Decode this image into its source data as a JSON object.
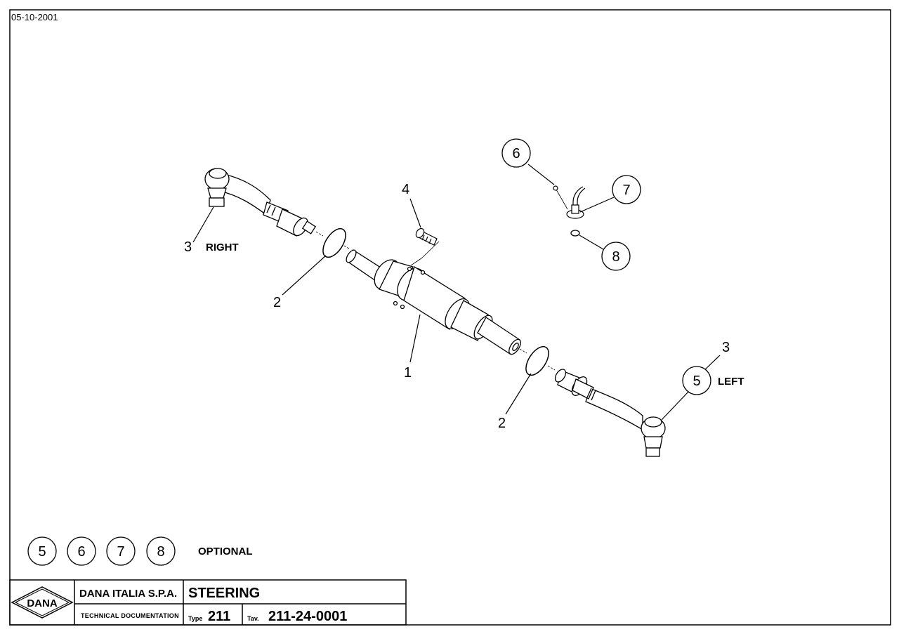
{
  "header": {
    "date": "05-10-2001"
  },
  "callouts": {
    "c1": "1",
    "c2a": "2",
    "c2b": "2",
    "c3a": "3",
    "c3b": "3",
    "c4": "4",
    "c5": "5",
    "c6": "6",
    "c7": "7",
    "c8": "8"
  },
  "labels": {
    "right": "RIGHT",
    "left": "LEFT"
  },
  "optional": {
    "items": [
      "5",
      "6",
      "7",
      "8"
    ],
    "label": "OPTIONAL"
  },
  "title_block": {
    "logo": "DANA",
    "company": "DANA ITALIA S.P.A.",
    "documentation": "TECHNICAL DOCUMENTATION",
    "title": "STEERING",
    "type_label": "Type",
    "type_value": "211",
    "tav_label": "Tav.",
    "tav_value": "211-24-0001"
  }
}
